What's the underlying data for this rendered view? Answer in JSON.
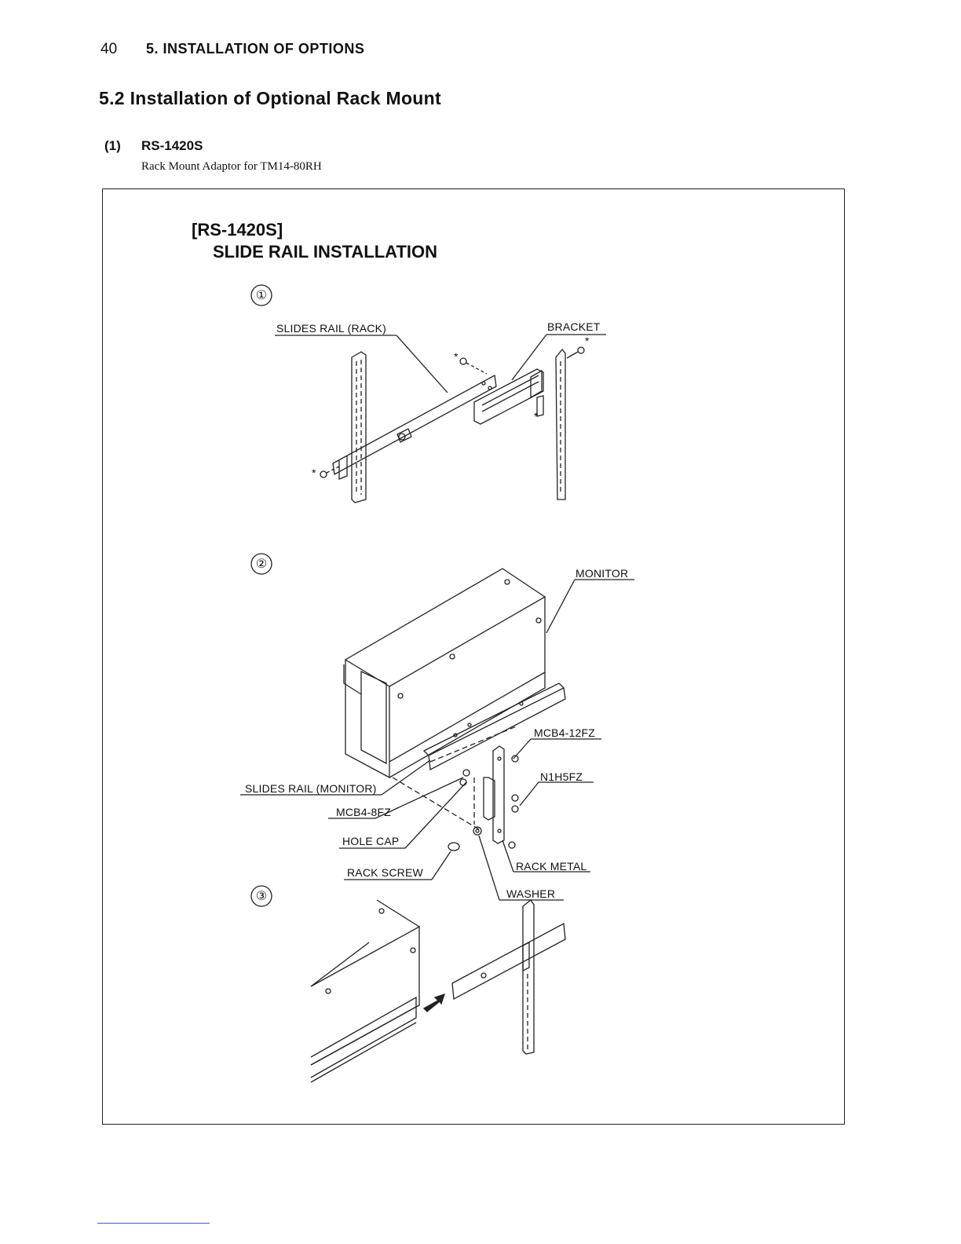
{
  "header": {
    "page_number": "40",
    "running_head": "5. INSTALLATION OF OPTIONS"
  },
  "section": {
    "title": "5.2  Installation of Optional Rack Mount",
    "sub_number": "(1)",
    "sub_title": "RS-1420S",
    "sub_description": "Rack Mount Adaptor for TM14-80RH"
  },
  "figure": {
    "title_line1": "[RS-1420S]",
    "title_line2": "SLIDE RAIL INSTALLATION",
    "step_markers": [
      "①",
      "②",
      "③"
    ],
    "labels": {
      "slides_rail_rack": "SLIDES RAIL (RACK)",
      "bracket": "BRACKET",
      "monitor": "MONITOR",
      "mcb4_12fz": "MCB4-12FZ",
      "n1h5fz": "N1H5FZ",
      "slides_rail_monitor": "SLIDES RAIL (MONITOR)",
      "mcb4_8fz": "MCB4-8FZ",
      "hole_cap": "HOLE CAP",
      "rack_screw": "RACK SCREW",
      "rack_metal": "RACK METAL",
      "washer": "WASHER",
      "asterisk": "*"
    }
  }
}
